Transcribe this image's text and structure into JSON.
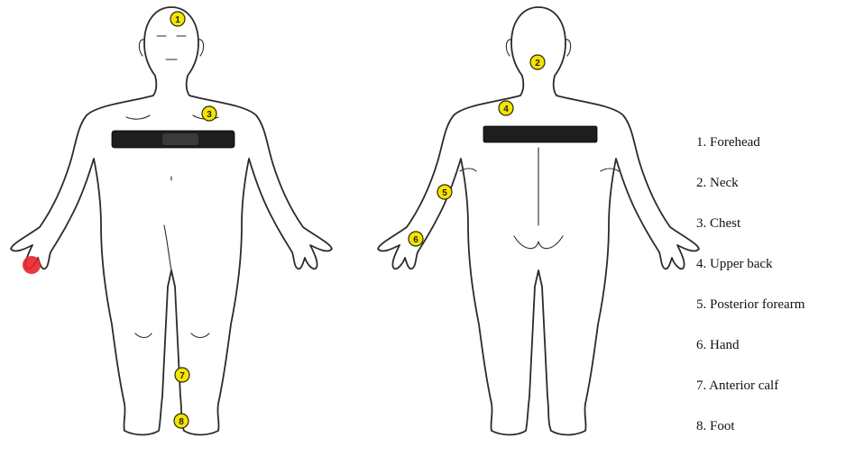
{
  "legend": [
    "1. Forehead",
    "2. Neck",
    "3. Chest",
    "4. Upper back",
    "5. Posterior forearm",
    "6. Hand",
    "7. Anterior calf",
    "8. Foot"
  ],
  "markers": [
    "1",
    "2",
    "3",
    "4",
    "5",
    "6",
    "7",
    "8"
  ],
  "colors": {
    "marker_fill": "#f4e400",
    "strap": "#1e1e1e",
    "red_dot": "#e8242a"
  }
}
